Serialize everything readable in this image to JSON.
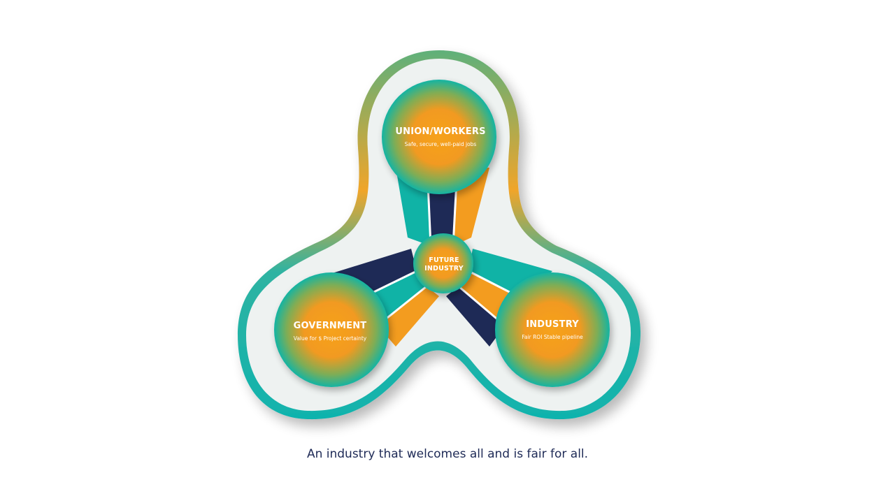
{
  "diagram": {
    "nodes": {
      "top": {
        "title": "UNION/WORKERS",
        "subtitle": "Safe, secure, well-paid jobs"
      },
      "left": {
        "title": "GOVERNMENT",
        "subtitle": "Value for $ Project certainty"
      },
      "right": {
        "title": "INDUSTRY",
        "subtitle": "Fair ROI Stable pipeline"
      },
      "center": {
        "title": "FUTURE INDUSTRY"
      }
    },
    "tagline": "An industry that welcomes all and is fair for all."
  },
  "colors": {
    "teal": "#0fb3a6",
    "orange": "#f39c1f",
    "navy": "#1e2a56",
    "panel": "#eef2f1"
  }
}
